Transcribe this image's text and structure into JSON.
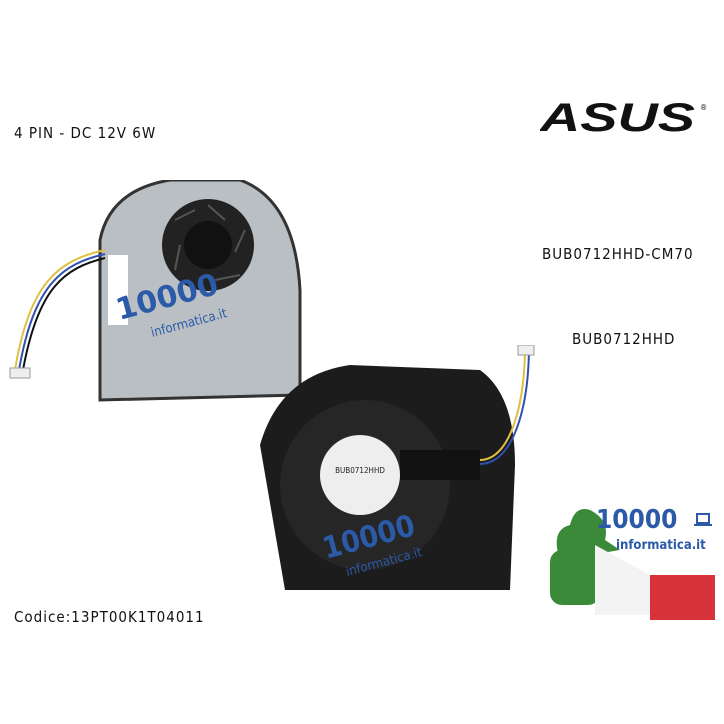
{
  "specs": "4 PIN - DC 12V 6W",
  "brand": "ASUS",
  "part_number_1": "BUB0712HHD-CM70",
  "part_number_2": "BUB0712HHD",
  "code": "Codice:13PT00K1T04011",
  "watermark": {
    "number": "10000",
    "site": "informatica.it"
  },
  "fan_label": "BUB0712HHD",
  "colors": {
    "logo_blue": "#2a5aa8",
    "flag_green": "#3b8a3a",
    "flag_red": "#d8323a"
  }
}
